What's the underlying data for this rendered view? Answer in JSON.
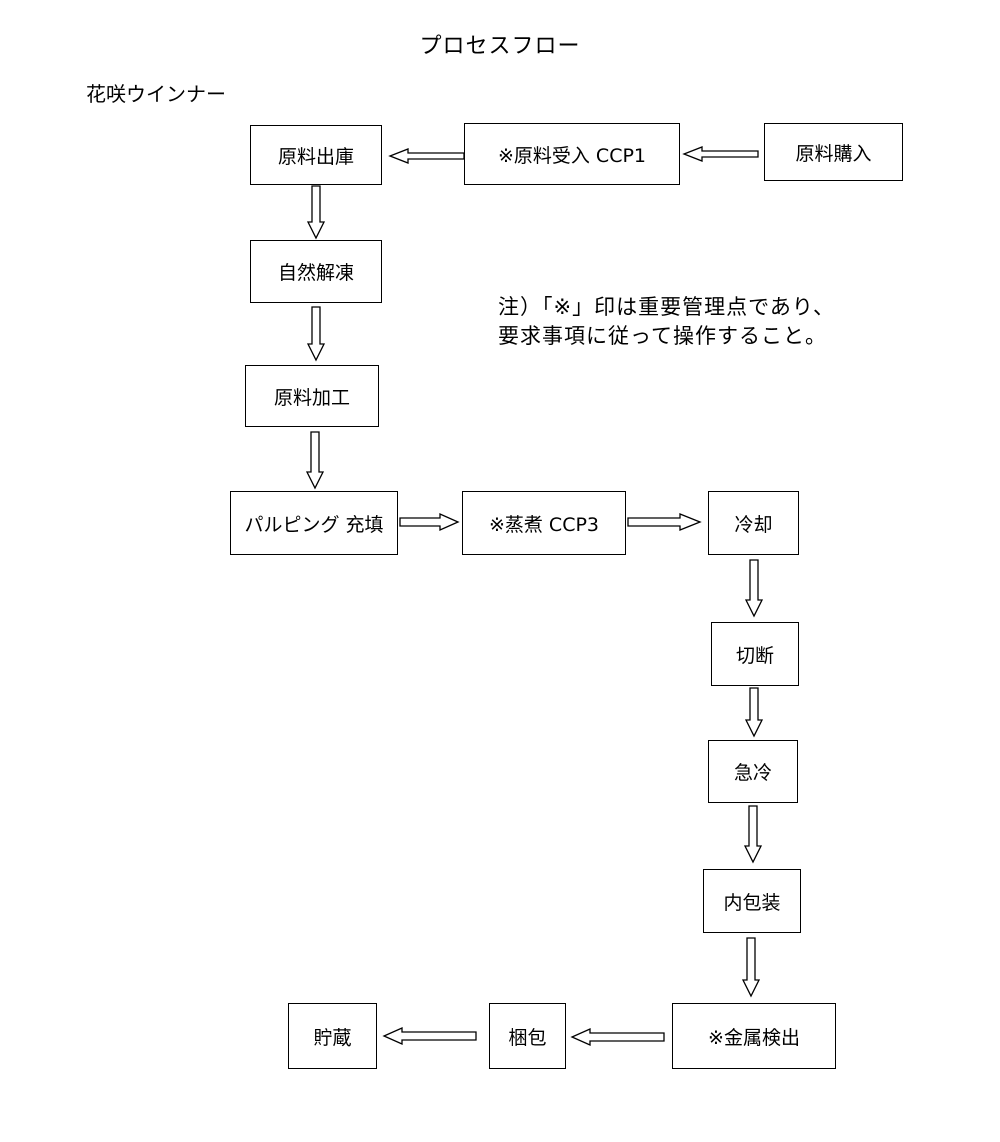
{
  "title": "プロセスフロー",
  "product": "花咲ウインナー",
  "note": {
    "line1": "注）「※」印は重要管理点であり、",
    "line2": "要求事項に従って操作すること。"
  },
  "steps": {
    "raw_purchase": "原料購入",
    "raw_receiving": "※原料受入 CCP1",
    "raw_dispatch": "原料出庫",
    "natural_thaw": "自然解凍",
    "raw_processing": "原料加工",
    "pulping_filling": "パルピング 充填",
    "steaming": "※蒸煮 CCP3",
    "cooling": "冷却",
    "cutting": "切断",
    "rapid_cooling": "急冷",
    "inner_packaging": "内包装",
    "metal_detection": "※金属検出",
    "packing": "梱包",
    "storage": "貯蔵"
  },
  "colors": {
    "line": "#000000",
    "background": "#ffffff"
  }
}
